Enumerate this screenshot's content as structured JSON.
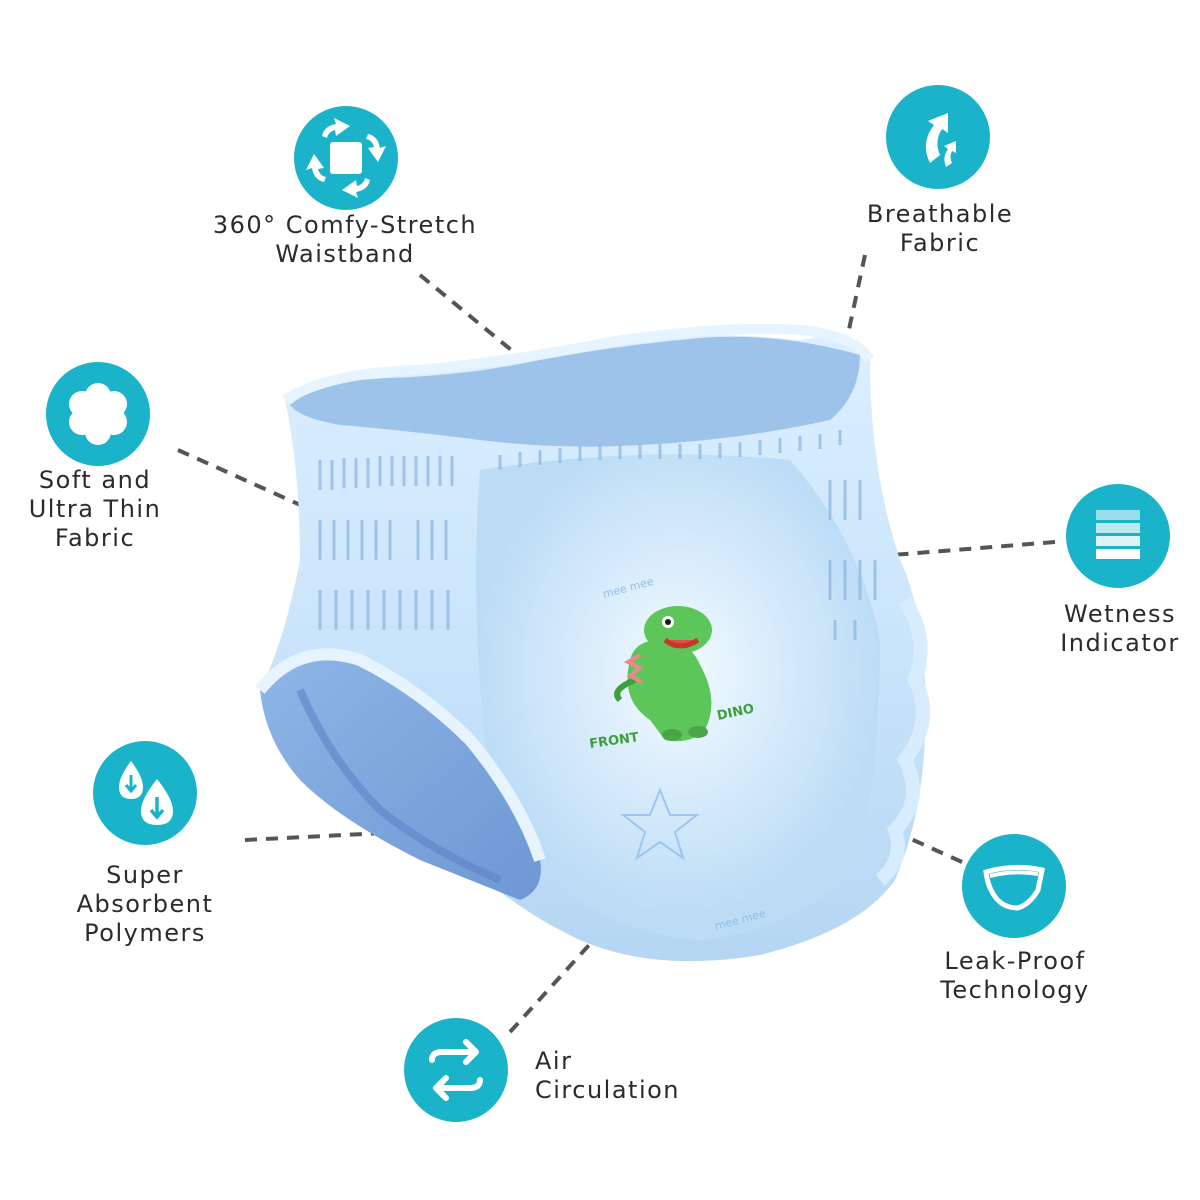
{
  "colors": {
    "accent": "#1bb3c9",
    "text": "#2b2b2b",
    "leader": "#555555"
  },
  "features": {
    "waistband": {
      "icon": "rotate-arrows-icon",
      "line1": "360° Comfy-Stretch",
      "line2": "Waistband"
    },
    "breathable": {
      "icon": "upward-arrows-icon",
      "line1": "Breathable",
      "line2": "Fabric"
    },
    "soft": {
      "icon": "flower-icon",
      "line1": "Soft and",
      "line2": "Ultra Thin",
      "line3": "Fabric"
    },
    "wetness": {
      "icon": "stripes-icon",
      "line1": "Wetness",
      "line2": "Indicator"
    },
    "absorbent": {
      "icon": "water-drops-icon",
      "line1": "Super",
      "line2": "Absorbent",
      "line3": "Polymers"
    },
    "leakproof": {
      "icon": "diaper-icon",
      "line1": "Leak-Proof",
      "line2": "Technology"
    },
    "air": {
      "icon": "exchange-arrows-icon",
      "line1": "Air",
      "line2": "Circulation"
    }
  },
  "product": {
    "badge_front": "FRONT",
    "badge_dino": "DINO",
    "print_text": "mee mee"
  }
}
